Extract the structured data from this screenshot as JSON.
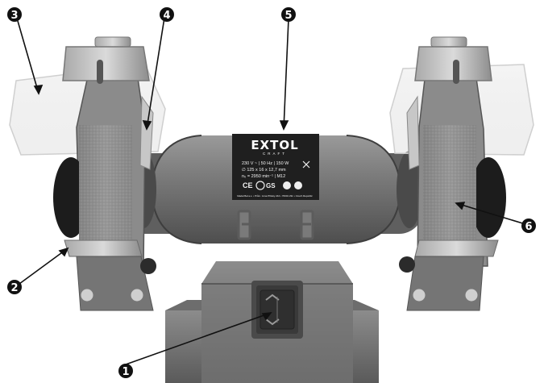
{
  "figure": {
    "nameplate": {
      "brand": "EXTOL",
      "subbrand": "CRAFT",
      "line1": "230 V ~ | 50 Hz | 150 W",
      "line2": "∅ 125 x 16 x 12,7 mm",
      "line3": "n₀ = 2950 min⁻¹ | M12",
      "cert_ce": "CE",
      "cert_gs": "GS",
      "footer": "Madal Bal a.s. • Prům. zóna Příluky 244 • 76001 Zlín • Czech Republic"
    },
    "callouts": [
      {
        "id": "callout-1",
        "label": "1",
        "part": "power switch"
      },
      {
        "id": "callout-2",
        "label": "2",
        "part": "tool rest"
      },
      {
        "id": "callout-3",
        "label": "3",
        "part": "eye shield"
      },
      {
        "id": "callout-4",
        "label": "4",
        "part": "spark guard"
      },
      {
        "id": "callout-5",
        "label": "5",
        "part": "motor housing"
      },
      {
        "id": "callout-6",
        "label": "6",
        "part": "grinding wheel"
      }
    ]
  }
}
